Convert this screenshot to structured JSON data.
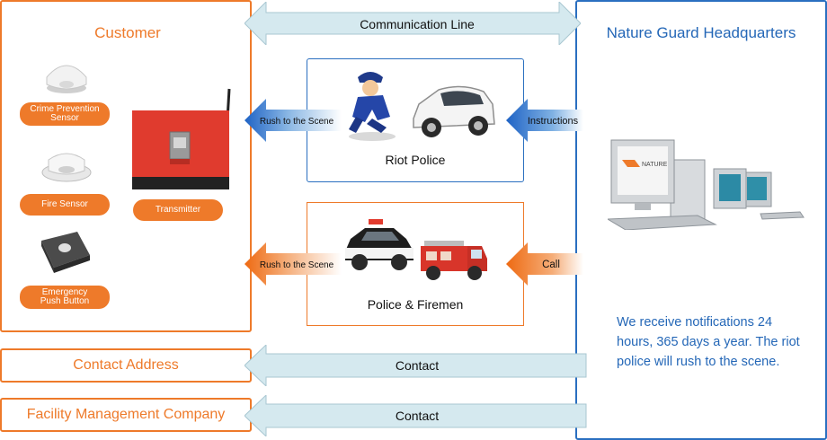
{
  "customer": {
    "title": "Customer",
    "devices": [
      {
        "label": "Crime Prevention Sensor",
        "line1": "Crime Prevention",
        "line2": "Sensor"
      },
      {
        "label": "Fire Sensor",
        "line1": "Fire Sensor",
        "line2": ""
      },
      {
        "label": "Emergency Push Button",
        "line1": "Emergency",
        "line2": "Push Button"
      }
    ],
    "transmitter_label": "Transmitter"
  },
  "headquarters": {
    "title": "Nature Guard Headquarters",
    "computer_logo": "NATURE",
    "notice": "We receive notifications 24 hours, 365 days a year. The riot police will rush to the scene."
  },
  "communication_line": "Communication Line",
  "riot_police": {
    "label": "Riot Police",
    "incoming": "Instructions",
    "outgoing": "Rush to the Scene"
  },
  "police_firemen": {
    "label": "Police & Firemen",
    "incoming": "Call",
    "outgoing": "Rush to the Scene"
  },
  "contacts": [
    {
      "name": "Contact Address",
      "arrow": "Contact"
    },
    {
      "name": "Facility Management Company",
      "arrow": "Contact"
    }
  ],
  "colors": {
    "orange": "#ee7a2a",
    "blue": "#2467b7",
    "light_blue_arrow": "#d5e9ef"
  }
}
